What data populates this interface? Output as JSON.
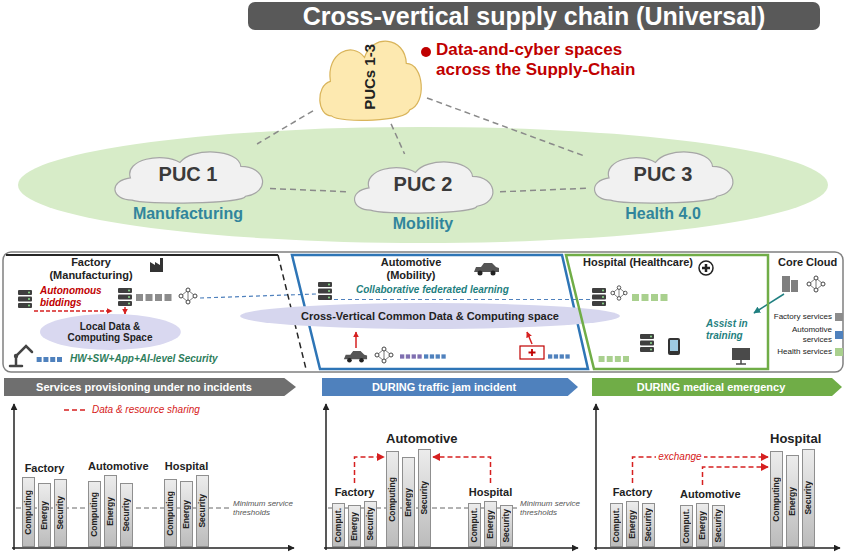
{
  "diagram": {
    "title": "Cross-vertical supply chain (Universal)",
    "nodes": [
      {
        "text": [
          "PUCs 1-3"
        ]
      },
      {
        "text": [
          "PUC 1",
          "Manufacturing"
        ]
      },
      {
        "text": [
          "PUC 2",
          "Mobility"
        ]
      },
      {
        "text": [
          "PUC 3",
          "Health 4.0"
        ]
      },
      {
        "text": [
          "Factory (Manufacturing)"
        ]
      },
      {
        "text": [
          "Local Data & Computing Space"
        ],
        "in": 4
      },
      {
        "text": [
          "Automotive (Mobility)"
        ]
      },
      {
        "text": [
          "Cross-Vertical Common Data & Computing space"
        ]
      },
      {
        "text": [
          "Hospital (Healthcare)"
        ]
      },
      {
        "text": [
          "Services provisioning under no incidents"
        ]
      },
      {
        "text": [
          "DURING traffic jam incident"
        ]
      },
      {
        "text": [
          "DURING medical emergency"
        ]
      },
      {
        "text": [
          "Factory"
        ]
      },
      {
        "text": [
          "Computing"
        ],
        "in": 12
      },
      {
        "text": [
          "Energy"
        ],
        "in": 12
      },
      {
        "text": [
          "Security"
        ],
        "in": 12
      },
      {
        "text": [
          "Automotive"
        ]
      },
      {
        "text": [
          "Computing"
        ],
        "in": 16
      },
      {
        "text": [
          "Energy"
        ],
        "in": 16
      },
      {
        "text": [
          "Security"
        ],
        "in": 16
      },
      {
        "text": [
          "Hospital"
        ]
      },
      {
        "text": [
          "Computing"
        ],
        "in": 20
      },
      {
        "text": [
          "Energy"
        ],
        "in": 20
      },
      {
        "text": [
          "Security"
        ],
        "in": 20
      },
      {
        "text": [
          "Factory"
        ]
      },
      {
        "text": [
          "Comput."
        ],
        "in": 24
      },
      {
        "text": [
          "Energy"
        ],
        "in": 24
      },
      {
        "text": [
          "Security"
        ],
        "in": 24
      },
      {
        "text": [
          "Automotive"
        ]
      },
      {
        "text": [
          "Computing"
        ],
        "in": 28
      },
      {
        "text": [
          "Energy"
        ],
        "in": 28
      },
      {
        "text": [
          "Security"
        ],
        "in": 28
      },
      {
        "text": [
          "Hospital"
        ]
      },
      {
        "text": [
          "Comput."
        ],
        "in": 32
      },
      {
        "text": [
          "Energy"
        ],
        "in": 32
      },
      {
        "text": [
          "Security"
        ],
        "in": 32
      },
      {
        "text": [
          "Factory"
        ]
      },
      {
        "text": [
          "Comput."
        ],
        "in": 36
      },
      {
        "text": [
          "Energy"
        ],
        "in": 36
      },
      {
        "text": [
          "Security"
        ],
        "in": 36
      },
      {
        "text": [
          "Automotive"
        ]
      },
      {
        "text": [
          "Comput."
        ],
        "in": 40
      },
      {
        "text": [
          "Energy"
        ],
        "in": 40
      },
      {
        "text": [
          "Security"
        ],
        "in": 40
      },
      {
        "text": [
          "Hospital"
        ]
      },
      {
        "text": [
          "Computing"
        ],
        "in": 44
      },
      {
        "text": [
          "Energy"
        ],
        "in": 44
      },
      {
        "text": [
          "Security"
        ],
        "in": 44
      }
    ],
    "edges": [
      {
        "from": 0,
        "to": 1,
        "arrow": "none"
      },
      {
        "from": 0,
        "to": 2,
        "arrow": "none"
      },
      {
        "from": 0,
        "to": 3,
        "arrow": "none"
      },
      {
        "from": 1,
        "to": 2,
        "arrow": "none"
      },
      {
        "from": 2,
        "to": 3,
        "arrow": "none"
      },
      {
        "from": 24,
        "to": 28,
        "arrow": "to"
      },
      {
        "from": 32,
        "to": 28,
        "arrow": "to"
      },
      {
        "from": 36,
        "to": 44,
        "label": "exchange",
        "arrow": "to"
      },
      {
        "from": 40,
        "to": 44,
        "arrow": "to"
      }
    ],
    "labels": [
      "Data-and-cyber spaces across the Supply-Chain",
      "Autonomous biddings",
      "Collaborative federated learning",
      "Core Cloud",
      "Assist in training",
      "HW+SW+App+AI-level Security",
      "Minimum service thresholds",
      "Minimum service thresholds"
    ],
    "legend": [
      {
        "text": "Factory services",
        "color": "#8c8c8c"
      },
      {
        "text": "Automotive services",
        "color": "#4f81bd"
      },
      {
        "text": "Health services",
        "color": "#a9d08e"
      },
      {
        "text": "Data & resource sharing"
      }
    ]
  }
}
